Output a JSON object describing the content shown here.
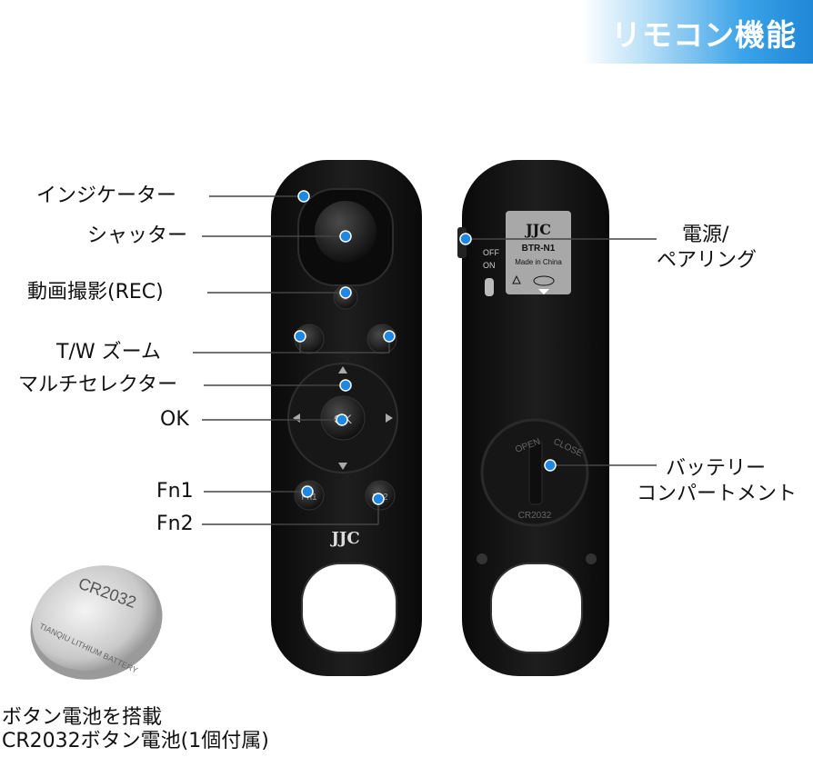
{
  "banner": {
    "title": "リモコン機能"
  },
  "left_labels": {
    "indicator": "インジケーター",
    "shutter": "シャッター",
    "rec": "動画撮影(REC)",
    "tw_zoom": "T/W ズーム",
    "multi_selector": "マルチセレクター",
    "ok": "OK",
    "fn1": "Fn1",
    "fn2": "Fn2"
  },
  "right_labels": {
    "power_line1": "電源/",
    "power_line2": "ペアリング",
    "battery_line1": "バッテリー",
    "battery_line2": "コンパートメント"
  },
  "device": {
    "brand": "JJC",
    "sticker_brand": "JJC",
    "model": "BTR-N1",
    "made_in": "Made in China",
    "switch_off": "OFF",
    "switch_on": "ON",
    "cover_open": "OPEN",
    "cover_close": "CLOSE",
    "cover_cell": "CR2032",
    "button_fn1": "Fn1",
    "button_fn2": "Fn2",
    "button_ok": "OK"
  },
  "coin_cell": {
    "model": "CR2032",
    "brand": "TIANQIU LITHIUM BATTERY"
  },
  "caption": {
    "line1": "ボタン電池を搭載",
    "line2": "CR2032ボタン電池(1個付属)"
  },
  "colors": {
    "callout_dot": "#1e88e5",
    "banner": "#2d97e3",
    "device_body": "#141414"
  }
}
